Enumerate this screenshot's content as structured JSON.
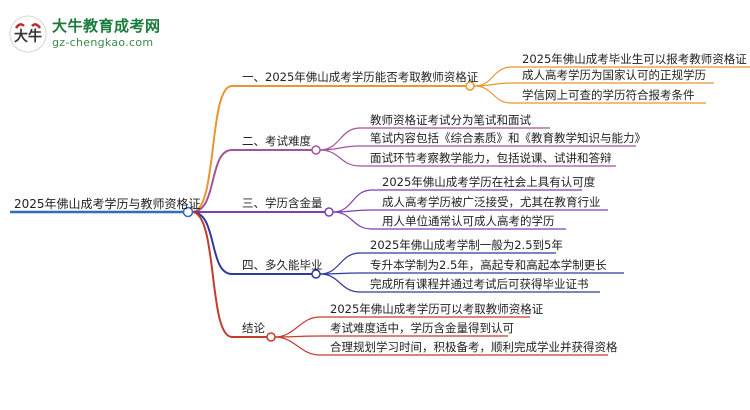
{
  "logo": {
    "title": "大牛教育成考网",
    "url": "gz-chengkao.com",
    "mark_text": "大牛"
  },
  "colors": {
    "root": "#2e6fb6",
    "b1": "#e8962e",
    "b2": "#a4529a",
    "b3": "#7b3fb0",
    "b4": "#2f3a9e",
    "b5": "#c53b2e"
  },
  "root": "2025年佛山成考学历与教师资格证",
  "branches": [
    {
      "label": "一、2025年佛山成考学历能否考取教师资格证",
      "leaves": [
        "2025年佛山成考毕业生可以报考教师资格证",
        "成人高考学历为国家认可的正规学历",
        "学信网上可查的学历符合报考条件"
      ]
    },
    {
      "label": "二、考试难度",
      "leaves": [
        "教师资格证考试分为笔试和面试",
        "笔试内容包括《综合素质》和《教育教学知识与能力》",
        "面试环节考察教学能力，包括说课、试讲和答辩"
      ]
    },
    {
      "label": "三、学历含金量",
      "leaves": [
        "2025年佛山成考学历在社会上具有认可度",
        "成人高考学历被广泛接受，尤其在教育行业",
        "用人单位通常认可成人高考的学历"
      ]
    },
    {
      "label": "四、多久能毕业",
      "leaves": [
        "2025年佛山成考学制一般为2.5到5年",
        "专升本学制为2.5年，高起专和高起本学制更长",
        "完成所有课程并通过考试后可获得毕业证书"
      ]
    },
    {
      "label": "结论",
      "leaves": [
        "2025年佛山成考学历可以考取教师资格证",
        "考试难度适中，学历含金量得到认可",
        "合理规划学习时间，积极备考，顺利完成学业并获得资格"
      ]
    }
  ]
}
